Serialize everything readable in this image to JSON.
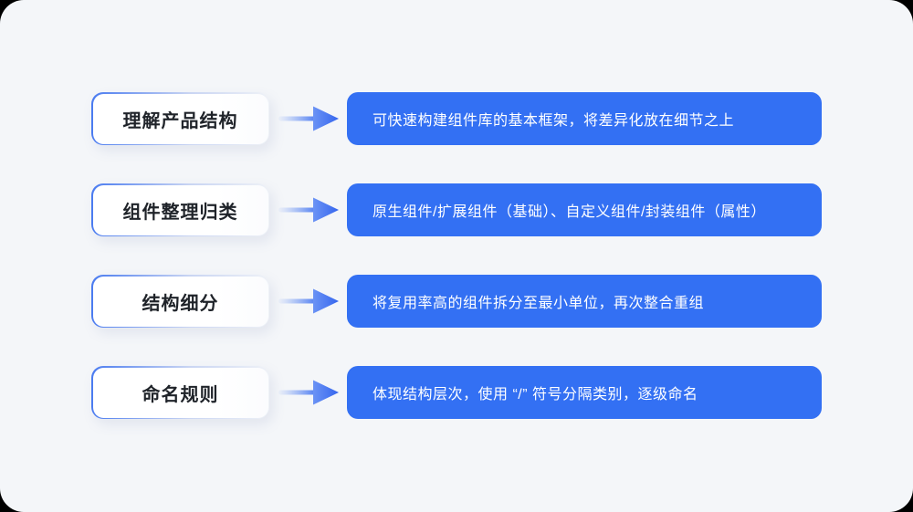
{
  "page": {
    "backdrop_color": "#000000",
    "card_background": "#f4f6f9"
  },
  "colors": {
    "primary_blue": "#3370f3",
    "arrow_blue_start": "rgba(100,135,240,0.06)",
    "arrow_blue_end": "#4274f1",
    "arrow_head": "#3f6ff0",
    "label_border_blue": "#4a7bf0",
    "label_text": "#1f2329",
    "detail_text": "#ffffff"
  },
  "rows": [
    {
      "label": "理解产品结构",
      "detail": "可快速构建组件库的基本框架，将差异化放在细节之上"
    },
    {
      "label": "组件整理归类",
      "detail": "原生组件/扩展组件（基础）、自定义组件/封装组件（属性）"
    },
    {
      "label": "结构细分",
      "detail": "将复用率高的组件拆分至最小单位，再次整合重组"
    },
    {
      "label": "命名规则",
      "detail": "体现结构层次，使用 “/” 符号分隔类别，逐级命名"
    }
  ]
}
